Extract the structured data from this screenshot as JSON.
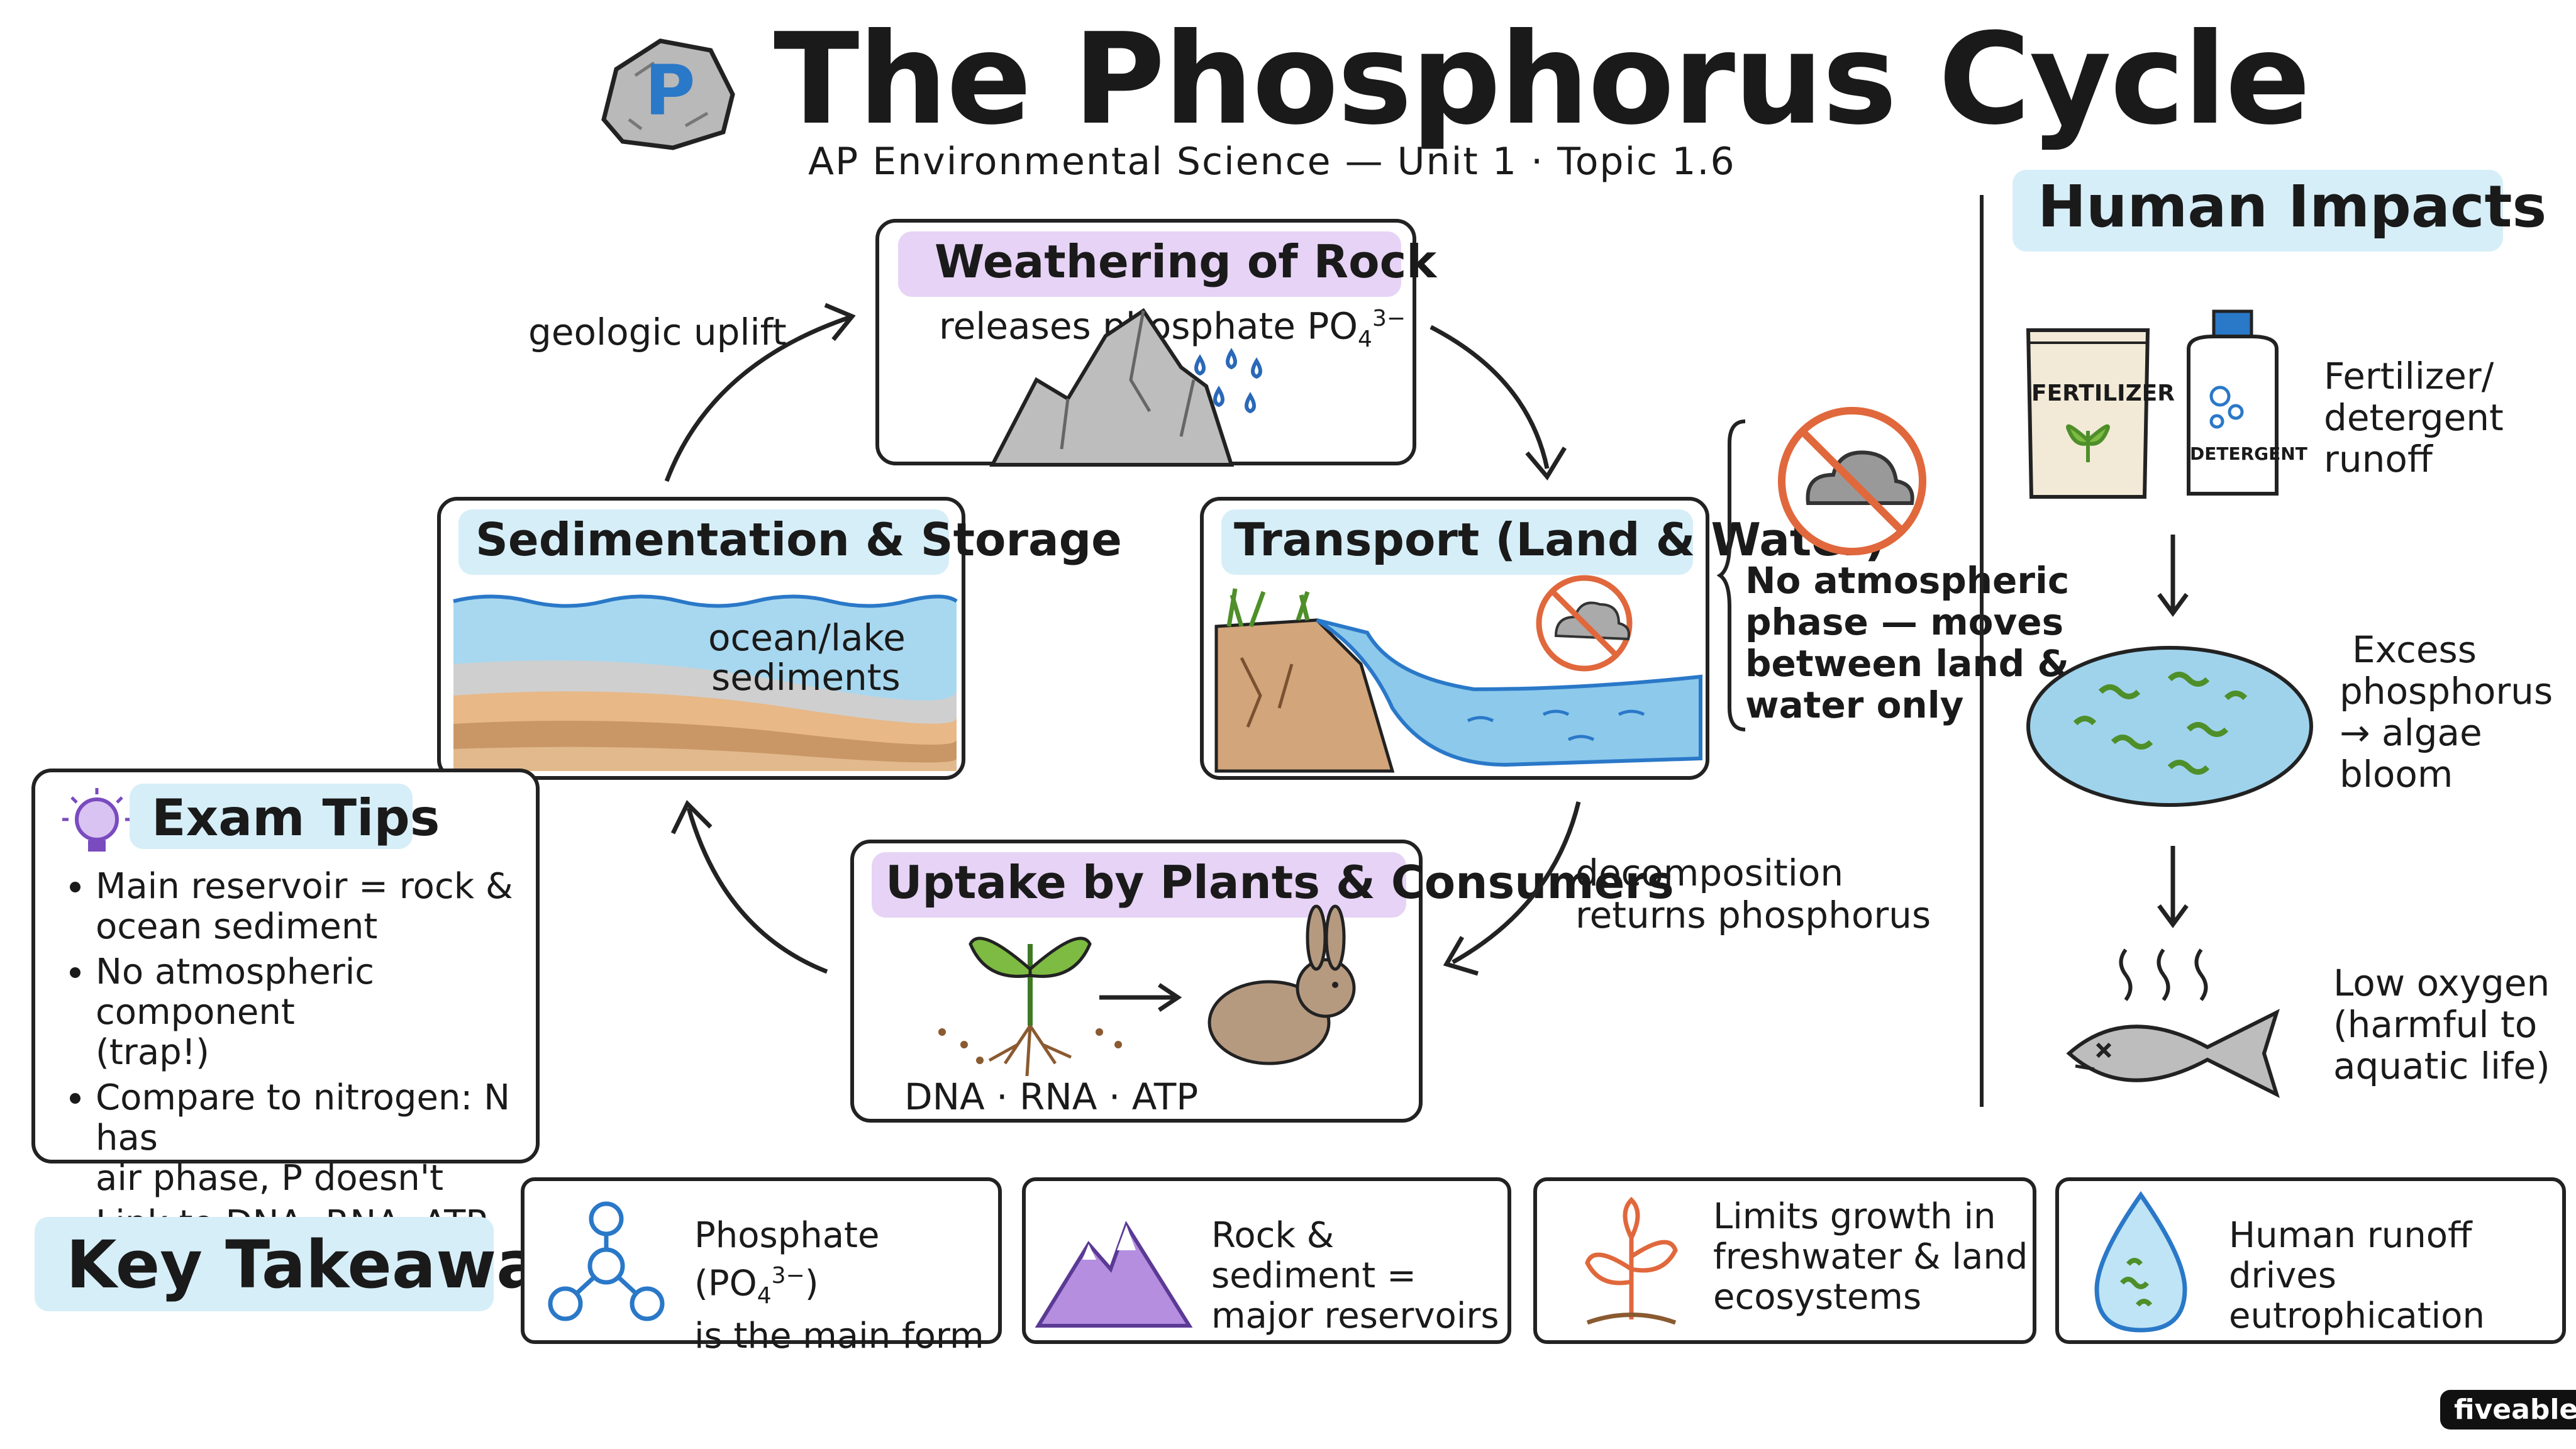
{
  "header": {
    "logo_letter": "P",
    "title": "The Phosphorus Cycle",
    "subtitle": "AP Environmental Science — Unit 1 · Topic 1.6"
  },
  "cycle": {
    "weathering": {
      "title": "Weathering of Rock",
      "caption_main": "releases phosphate PO",
      "caption_sub": "4",
      "caption_sup": "3−"
    },
    "transport": {
      "title": "Transport (Land & Water)"
    },
    "uptake": {
      "title": "Uptake by Plants & Consumers",
      "caption": "DNA · RNA · ATP"
    },
    "sedimentation": {
      "title": "Sedimentation & Storage",
      "caption_line1": "ocean/lake",
      "caption_line2": "sediments"
    },
    "labels": {
      "uplift": "geologic uplift",
      "decomp_line1": "decomposition",
      "decomp_line2": "returns phosphorus"
    },
    "note": [
      "No atmospheric",
      "phase — moves",
      "between land &",
      "water only"
    ]
  },
  "tips": {
    "title": "Exam Tips",
    "items": [
      [
        "Main reservoir = rock &",
        "ocean sediment"
      ],
      [
        "No atmospheric component",
        "(trap!)"
      ],
      [
        "Compare to nitrogen: N has",
        "air phase, P doesn't"
      ],
      [
        "Link to DNA, RNA, ATP."
      ]
    ]
  },
  "impacts": {
    "title": "Human Impacts",
    "fertilizer_label": "FERTILIZER",
    "detergent_label": "DETERGENT",
    "step1": [
      "Fertilizer/",
      "detergent runoff"
    ],
    "step2": [
      "Excess",
      "phosphorus",
      "→ algae bloom"
    ],
    "step3": [
      "Low oxygen",
      "(harmful to",
      "aquatic life)"
    ]
  },
  "takeaways": {
    "title": "Key Takeaways",
    "cards": [
      {
        "line1_main": "Phosphate (PO",
        "line1_sub": "4",
        "line1_sup": "3−",
        "line1_end": ")",
        "line2": "is the main form"
      },
      {
        "lines": [
          "Rock & sediment =",
          "major reservoirs"
        ]
      },
      {
        "lines": [
          "Limits growth in",
          "freshwater & land",
          "ecosystems"
        ]
      },
      {
        "lines": [
          "Human runoff",
          "drives eutrophication"
        ]
      }
    ]
  },
  "brand": "fiveable",
  "colors": {
    "purple_highlight": "#e6d3f5",
    "blue_highlight": "#d6eef8",
    "water": "#9fd3ec",
    "no_sign": "#e0683c",
    "plant_green": "#6aaa3a"
  }
}
